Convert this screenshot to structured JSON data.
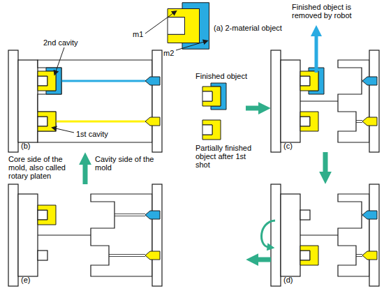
{
  "diagram": {
    "nodes": [
      {
        "text": [
          "(b)"
        ]
      },
      {
        "text": [
          "(c)"
        ]
      },
      {
        "text": [
          "(d)"
        ]
      },
      {
        "text": [
          "(e)"
        ]
      }
    ],
    "edges": [
      {
        "from": 0,
        "to": 1,
        "arrow": "to"
      },
      {
        "from": 1,
        "to": 2,
        "arrow": "to"
      },
      {
        "from": 2,
        "to": 3,
        "arrow": "to"
      },
      {
        "from": 3,
        "to": 0,
        "arrow": "to"
      }
    ],
    "labels": [
      "m1",
      "m2",
      "(a) 2-material object",
      "2nd cavity",
      "1st cavity",
      "Finished object",
      "Partially finished object after 1st shot",
      "Core side of the mold, also called rotary platen",
      "Cavity side of the mold",
      "Finished object is removed by robot"
    ]
  }
}
